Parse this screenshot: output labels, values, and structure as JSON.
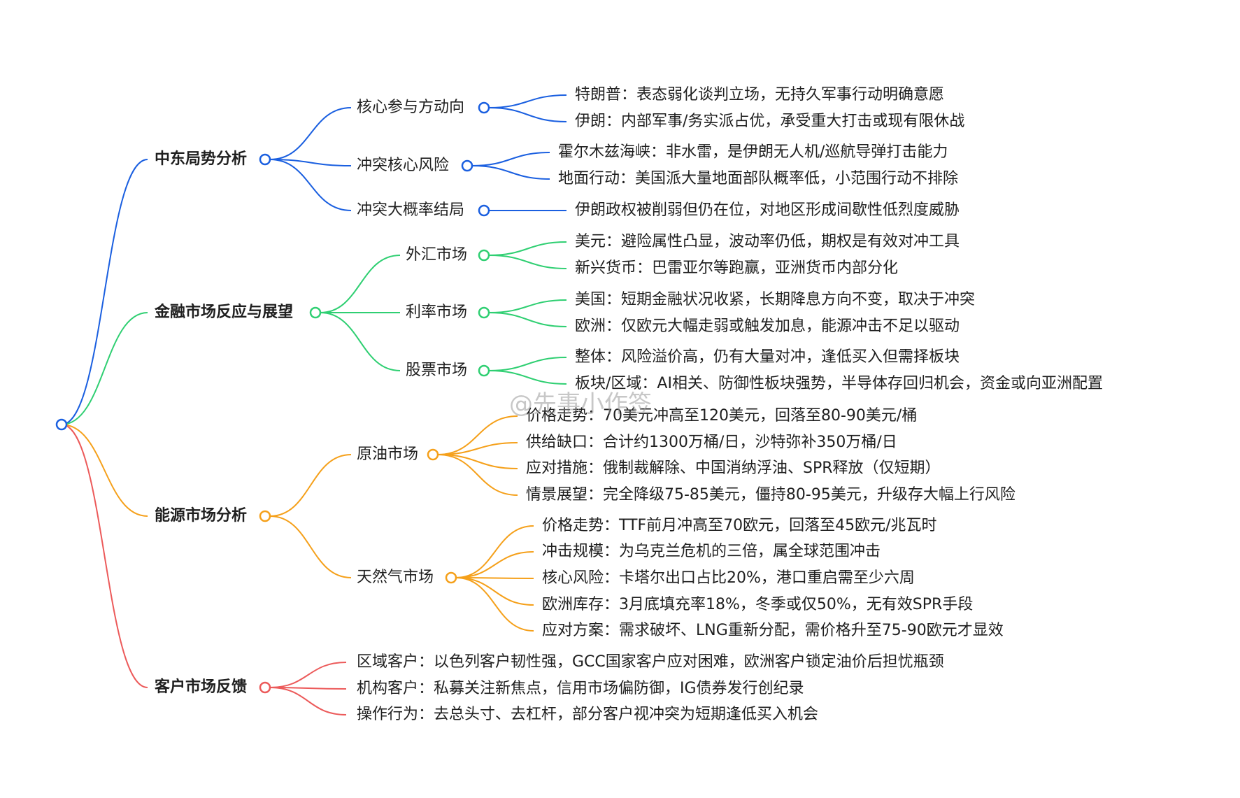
{
  "colors": {
    "blue": "#1a5fe0",
    "green": "#2fcf72",
    "orange": "#f5a01a",
    "red": "#ec5a5a"
  },
  "watermark": "@先事小作签",
  "branches": [
    {
      "label": "中东局势分析",
      "color": "blue",
      "children": [
        {
          "label": "核心参与方动向",
          "leaves": [
            "特朗普：表态弱化谈判立场，无持久军事行动明确意愿",
            "伊朗：内部军事/务实派占优，承受重大打击或现有限休战"
          ]
        },
        {
          "label": "冲突核心风险",
          "leaves": [
            "霍尔木兹海峡：非水雷，是伊朗无人机/巡航导弹打击能力",
            "地面行动：美国派大量地面部队概率低，小范围行动不排除"
          ]
        },
        {
          "label": "冲突大概率结局",
          "leaves": [
            "伊朗政权被削弱但仍在位，对地区形成间歇性低烈度威胁"
          ]
        }
      ]
    },
    {
      "label": "金融市场反应与展望",
      "color": "green",
      "children": [
        {
          "label": "外汇市场",
          "leaves": [
            "美元：避险属性凸显，波动率仍低，期权是有效对冲工具",
            "新兴货币：巴雷亚尔等跑赢，亚洲货币内部分化"
          ]
        },
        {
          "label": "利率市场",
          "leaves": [
            "美国：短期金融状况收紧，长期降息方向不变，取决于冲突",
            "欧洲：仅欧元大幅走弱或触发加息，能源冲击不足以驱动"
          ]
        },
        {
          "label": "股票市场",
          "leaves": [
            "整体：风险溢价高，仍有大量对冲，逢低买入但需择板块",
            "板块/区域：AI相关、防御性板块强势，半导体存回归机会，资金或向亚洲配置"
          ]
        }
      ]
    },
    {
      "label": "能源市场分析",
      "color": "orange",
      "children": [
        {
          "label": "原油市场",
          "leaves": [
            "价格走势：70美元冲高至120美元，回落至80-90美元/桶",
            "供给缺口：合计约1300万桶/日，沙特弥补350万桶/日",
            "应对措施：俄制裁解除、中国消纳浮油、SPR释放（仅短期）",
            "情景展望：完全降级75-85美元，僵持80-95美元，升级存大幅上行风险"
          ]
        },
        {
          "label": "天然气市场",
          "leaves": [
            "价格走势：TTF前月冲高至70欧元，回落至45欧元/兆瓦时",
            "冲击规模：为乌克兰危机的三倍，属全球范围冲击",
            "核心风险：卡塔尔出口占比20%，港口重启需至少六周",
            "欧洲库存：3月底填充率18%，冬季或仅50%，无有效SPR手段",
            "应对方案：需求破坏、LNG重新分配，需价格升至75-90欧元才显效"
          ]
        }
      ]
    },
    {
      "label": "客户市场反馈",
      "color": "red",
      "leaves": [
        "区域客户：以色列客户韧性强，GCC国家客户应对困难，欧洲客户锁定油价后担忧瓶颈",
        "机构客户：私募关注新焦点，信用市场偏防御，IG债券发行创纪录",
        "操作行为：去总头寸、去杠杆，部分客户视冲突为短期逢低买入机会"
      ]
    }
  ]
}
